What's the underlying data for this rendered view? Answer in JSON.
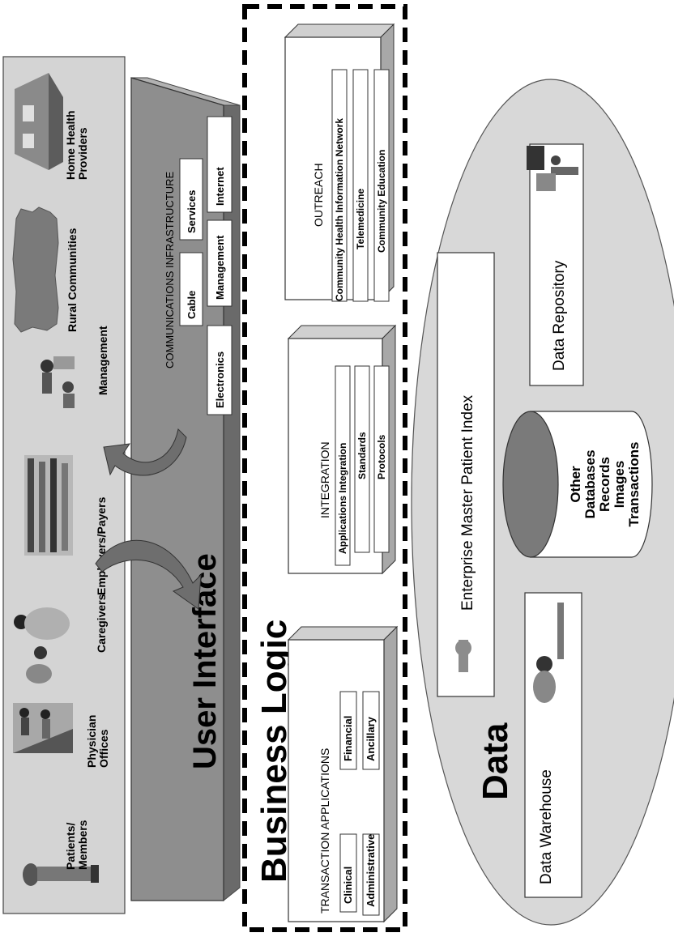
{
  "user_interface": {
    "title": "User Interface",
    "stakeholders": [
      {
        "line1": "Patients/",
        "line2": "Members",
        "icon": "patient-person-icon"
      },
      {
        "line1": "Physician",
        "line2": "Offices",
        "icon": "physician-office-icon"
      },
      {
        "line1": "Caregivers",
        "line2": "",
        "icon": "caregivers-icon"
      },
      {
        "line1": "Employers/Payers",
        "line2": "",
        "icon": "employers-crowd-icon"
      },
      {
        "line1": "Management",
        "line2": "",
        "icon": "management-meeting-icon"
      },
      {
        "line1": "Rural Communities",
        "line2": "",
        "icon": "rural-map-icon"
      },
      {
        "line1": "Home Health",
        "line2": "Providers",
        "icon": "home-health-house-icon"
      }
    ],
    "communications": {
      "title": "COMMUNICATIONS INFRASTRUCTURE",
      "items": [
        "Electronics",
        "Cable",
        "Management",
        "Services",
        "Internet"
      ]
    }
  },
  "business_logic": {
    "title": "Business Logic",
    "transaction": {
      "title": "TRANSACTION APPLICATIONS",
      "items": [
        "Clinical",
        "Financial",
        "Administrative",
        "Ancillary"
      ]
    },
    "integration": {
      "title": "INTEGRATION",
      "items": [
        "Applications Integration",
        "Standards",
        "Protocols"
      ]
    },
    "outreach": {
      "title": "OUTREACH",
      "items": [
        "Community Health Information Network",
        "Telemedicine",
        "Community Education"
      ]
    }
  },
  "data": {
    "title": "Data",
    "empi": "Enterprise Master Patient Index",
    "warehouse": "Data Warehouse",
    "repository": "Data Repository",
    "other": [
      "Other",
      "Databases",
      "Records",
      "Images",
      "Transactions"
    ]
  },
  "colors": {
    "panel_gray": "#d4d4d4",
    "box_front": "#8e8e8e",
    "box_side": "#6a6a6a",
    "box_top": "#b2b2b2",
    "ellipse": "#d8d8d8",
    "cylinder_cap": "#7a7a7a",
    "arrow": "#6e6e6e",
    "dash": "#000000"
  }
}
